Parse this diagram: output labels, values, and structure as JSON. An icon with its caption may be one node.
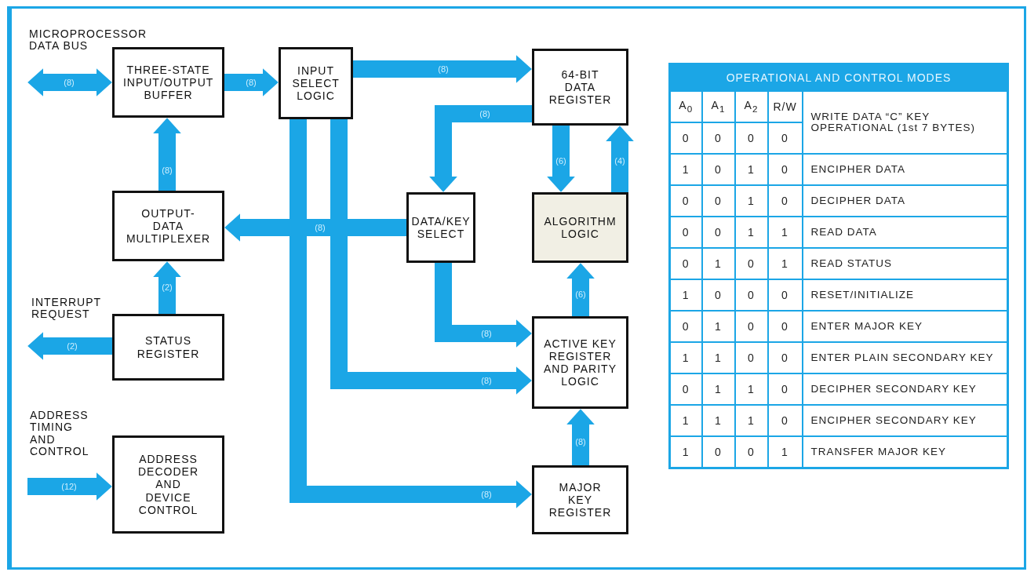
{
  "diagram": {
    "nodes": [
      {
        "text": [
          "THREE-STATE INPUT/OUTPUT BUFFER"
        ]
      },
      {
        "text": [
          "INPUT SELECT LOGIC"
        ]
      },
      {
        "text": [
          "64-BIT DATA REGISTER"
        ]
      },
      {
        "text": [
          "OUTPUT-DATA MULTIPLEXER"
        ]
      },
      {
        "text": [
          "DATA/KEY SELECT"
        ]
      },
      {
        "text": [
          "ALGORITHM LOGIC"
        ]
      },
      {
        "text": [
          "STATUS REGISTER"
        ]
      },
      {
        "text": [
          "ACTIVE KEY REGISTER AND PARITY LOGIC"
        ]
      },
      {
        "text": [
          "ADDRESS DECODER AND DEVICE CONTROL"
        ]
      },
      {
        "text": [
          "MAJOR KEY REGISTER"
        ]
      }
    ],
    "edges": [
      {
        "from": null,
        "to": 0,
        "arrow": "both",
        "label": "(8)"
      },
      {
        "from": 0,
        "to": 1,
        "arrow": "to",
        "label": "(8)"
      },
      {
        "from": 1,
        "to": 2,
        "arrow": "to",
        "label": "(8)"
      },
      {
        "from": 2,
        "to": 4,
        "arrow": "to",
        "label": "(8)"
      },
      {
        "from": 2,
        "to": 5,
        "arrow": "to",
        "label": "(6)"
      },
      {
        "from": 5,
        "to": 2,
        "arrow": "to",
        "label": "(4)"
      },
      {
        "from": 4,
        "to": 3,
        "arrow": "to",
        "label": "(8)"
      },
      {
        "from": 3,
        "to": 0,
        "arrow": "to",
        "label": "(8)"
      },
      {
        "from": 6,
        "to": 3,
        "arrow": "to",
        "label": "(2)"
      },
      {
        "from": 6,
        "to": null,
        "arrow": "to",
        "label": "(2)"
      },
      {
        "from": null,
        "to": 8,
        "arrow": "to",
        "label": "(12)"
      },
      {
        "from": 4,
        "to": 7,
        "arrow": "to",
        "label": "(8)"
      },
      {
        "from": 1,
        "to": 7,
        "arrow": "to",
        "label": "(8)"
      },
      {
        "from": 1,
        "to": 9,
        "arrow": "to",
        "label": "(8)"
      },
      {
        "from": 7,
        "to": 5,
        "arrow": "to",
        "label": "(6)"
      },
      {
        "from": 9,
        "to": 7,
        "arrow": "to",
        "label": "(8)"
      }
    ],
    "labels": [
      "MICROPROCESSOR DATA BUS",
      "INTERRUPT REQUEST",
      "ADDRESS TIMING AND CONTROL",
      "OPERATIONAL AND CONTROL MODES",
      "A$_{0}$",
      "A$_{1}$",
      "A$_{2}$",
      "R/W",
      "WRITE DATA “C” KEY OPERATIONAL (1st 7 BYTES)",
      "0",
      "0",
      "0",
      "0",
      "1",
      "0",
      "1",
      "0",
      "ENCIPHER DATA",
      "0",
      "0",
      "1",
      "0",
      "DECIPHER DATA",
      "0",
      "0",
      "1",
      "1",
      "READ DATA",
      "0",
      "1",
      "0",
      "1",
      "READ STATUS",
      "1",
      "0",
      "0",
      "0",
      "RESET/INITIALIZE",
      "0",
      "1",
      "0",
      "0",
      "ENTER MAJOR KEY",
      "1",
      "1",
      "0",
      "0",
      "ENTER PLAIN SECONDARY KEY",
      "0",
      "1",
      "1",
      "0",
      "DECIPHER SECONDARY KEY",
      "1",
      "1",
      "1",
      "0",
      "ENCIPHER SECONDARY KEY",
      "1",
      "0",
      "0",
      "1",
      "TRANSFER MAJOR KEY"
    ]
  }
}
